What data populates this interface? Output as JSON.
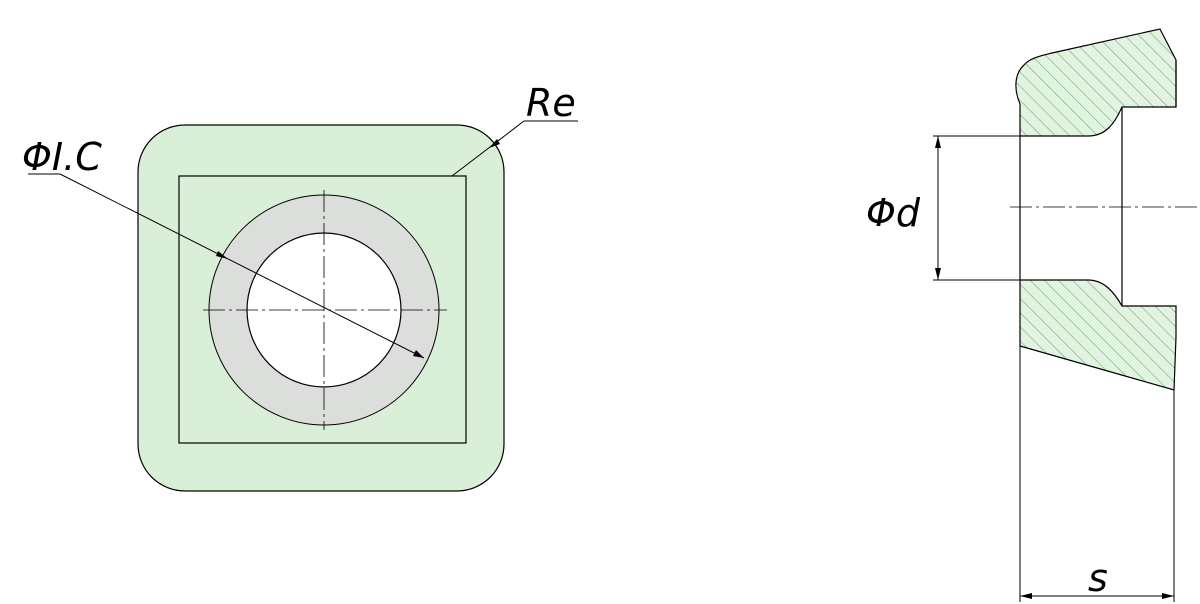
{
  "labels": {
    "inscribed_circle": "ΦI.C",
    "corner_radius": "Re",
    "hole_diameter": "Φd",
    "thickness": "s"
  },
  "colors": {
    "insert_fill": "#d9efd8",
    "ring_fill": "#dcdedc",
    "hatch_fill": "#e3f3e1",
    "hatch_line": "#58a35a",
    "line": "#000000"
  }
}
